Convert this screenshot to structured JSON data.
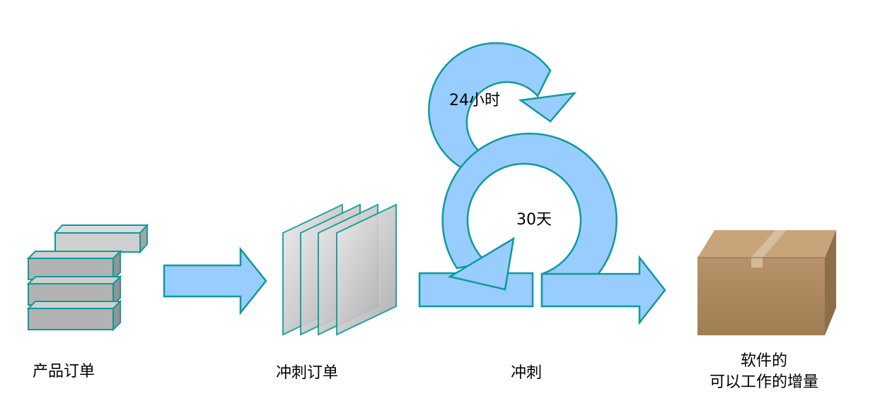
{
  "diagram": {
    "stages": [
      {
        "id": "product_backlog",
        "label": "产品订单"
      },
      {
        "id": "sprint_backlog",
        "label": "冲刺订单"
      },
      {
        "id": "sprint",
        "label": "冲刺"
      },
      {
        "id": "increment",
        "label_line1": "软件的",
        "label_line2": "可以工作的增量"
      }
    ],
    "daily_cycle": {
      "label": "24小时"
    },
    "sprint_cycle": {
      "label": "30天"
    }
  },
  "colors": {
    "arrow_fill": "#99ccff",
    "arrow_stroke": "#0f9a9a",
    "block_fill": "#b0b0b0",
    "block_top": "#d4d4d4",
    "box_fill": "#b08a5e"
  }
}
